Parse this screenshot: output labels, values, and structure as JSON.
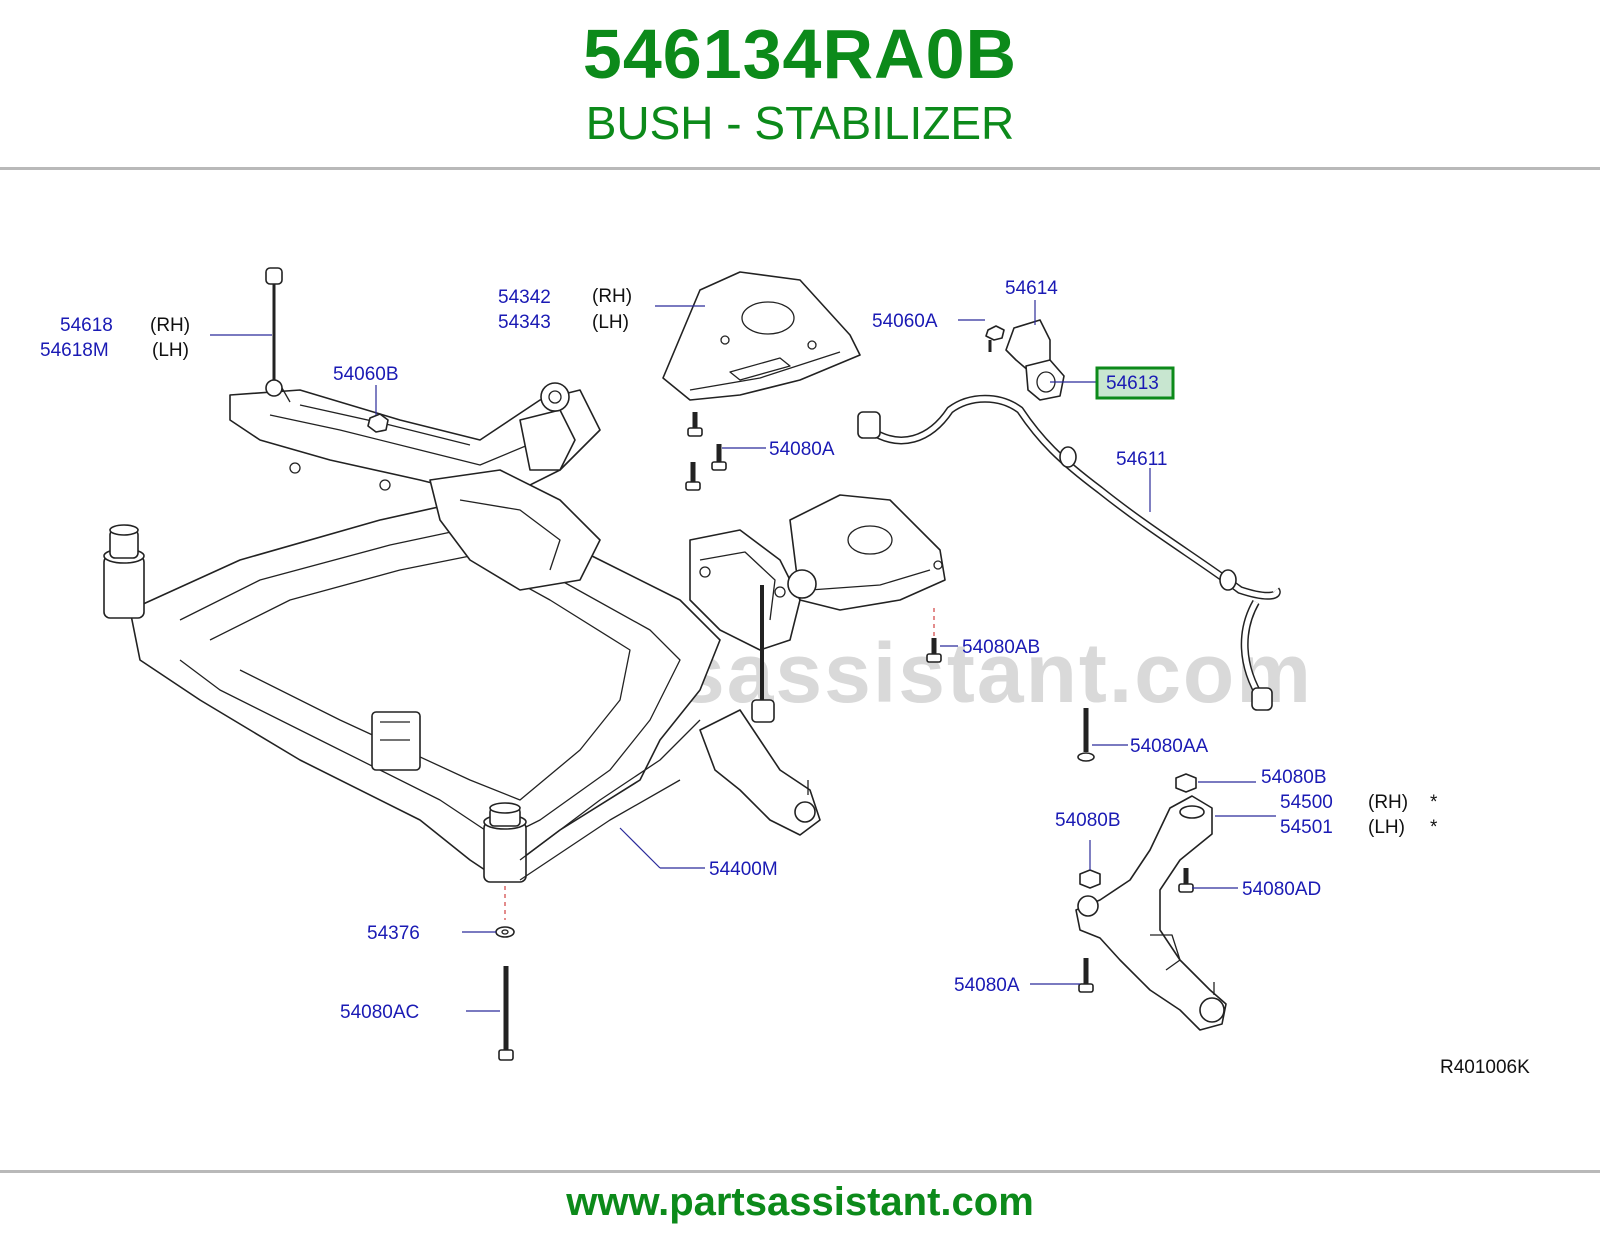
{
  "header": {
    "part_number": "546134RA0B",
    "part_name": "BUSH - STABILIZER"
  },
  "watermark": "www.partsassistant.com",
  "footer": {
    "url": "www.partsassistant.com"
  },
  "diagram_ref": "R401006K",
  "highlight_color": "#0c8a1a",
  "title_color": "#0c8a1a",
  "label_color": "#1a1ab4",
  "callouts": {
    "c54618": "54618",
    "c54618_side": "(RH)",
    "c54618M": "54618M",
    "c54618M_side": "(LH)",
    "c54060B": "54060B",
    "c54342": "54342",
    "c54342_side": "(RH)",
    "c54343": "54343",
    "c54343_side": "(LH)",
    "c54060A": "54060A",
    "c54614": "54614",
    "c54613": "54613",
    "c54080A_top": "54080A",
    "c54611": "54611",
    "c54080AB": "54080AB",
    "c54080AA": "54080AA",
    "c54080B_top": "54080B",
    "c54500": "54500",
    "c54500_side": "(RH)",
    "c54500_mark": "*",
    "c54501": "54501",
    "c54501_side": "(LH)",
    "c54501_mark": "*",
    "c54080B_left": "54080B",
    "c54080AD": "54080AD",
    "c54400M": "54400M",
    "c54376": "54376",
    "c54080AC": "54080AC",
    "c54080A_bottom": "54080A"
  }
}
